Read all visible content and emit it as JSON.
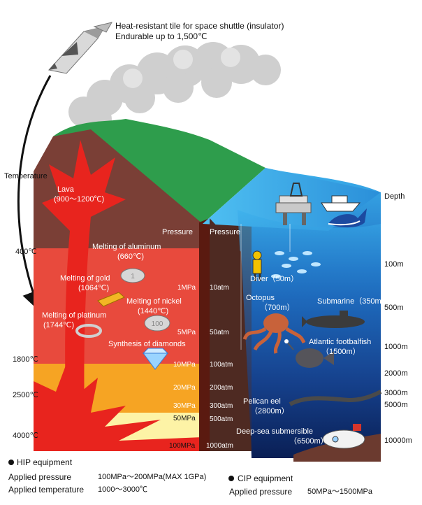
{
  "header": {
    "line1": "Heat-resistant tile for space shuttle (insulator)",
    "line2": "Endurable up to 1,500℃"
  },
  "temperature_axis": {
    "title": "Temperature",
    "ticks": [
      "400℃",
      "1800℃",
      "2500℃",
      "4000℃"
    ]
  },
  "depth_axis": {
    "title": "Depth",
    "ticks": [
      "100m",
      "500m",
      "1000m",
      "2000m",
      "3000m",
      "5000m",
      "10000m"
    ]
  },
  "pressure_columns": {
    "left_title": "Pressure",
    "right_title": "Pressure",
    "mpa": [
      "1MPa",
      "5MPa",
      "10MPa",
      "20MPa",
      "30MPa",
      "50MPa",
      "100MPa"
    ],
    "atm": [
      "10atm",
      "50atm",
      "100atm",
      "200atm",
      "300atm",
      "500atm",
      "1000atm"
    ]
  },
  "land_labels": {
    "lava_title": "Lava",
    "lava_value": "(900～1200℃)",
    "aluminum_title": "Melting of aluminum",
    "aluminum_value": "(660℃)",
    "gold_title": "Melting of gold",
    "gold_value": "(1064℃)",
    "nickel_title": "Melting of nickel",
    "nickel_value": "(1440℃)",
    "platinum_title": "Melting of platinum",
    "platinum_value": "(1744℃)",
    "diamonds": "Synthesis of diamonds",
    "coin_aluminum": "1",
    "coin_nickel": "100"
  },
  "sea_labels": {
    "diver": "Diver（50m）",
    "octopus_title": "Octopus",
    "octopus_value": "（700m）",
    "submarine": "Submarine（350m）",
    "footballfish_title": "Atlantic footbalfish",
    "footballfish_value": "（1500m）",
    "eel_title": "Pelican eel",
    "eel_value": "（2800m）",
    "submersible_title": "Deep-sea submersible",
    "submersible_value": "（6500m）"
  },
  "footer": {
    "hip_title": "HIP equipment",
    "hip_pressure_label": "Applied pressure",
    "hip_pressure_value": "100MPa～200MPa(MAX 1GPa)",
    "hip_temp_label": "Applied temperature",
    "hip_temp_value": "1000～3000℃",
    "cip_title": "CIP equipment",
    "cip_pressure_label": "Applied pressure",
    "cip_pressure_value": "50MPa～1500MPa"
  },
  "colors": {
    "sky_grass": "#2e9d4c",
    "earth_brown": "#7a3f36",
    "magma_red": "#e8312b",
    "lava_orange": "#f5a623",
    "pale_yellow": "#fdf3a6",
    "sea_top": "#35a9e6",
    "sea_deep": "#0b2a66",
    "smoke": "#c9c9c9"
  }
}
